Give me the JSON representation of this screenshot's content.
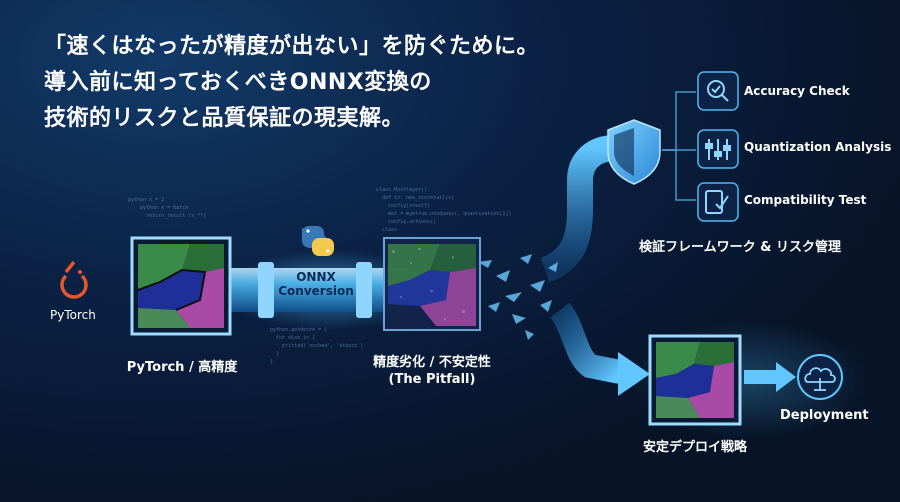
{
  "title": {
    "line1": "「速くはなったが精度が出ない」を防ぐために。",
    "line2": "導入前に知っておくべきONNX変換の",
    "line3": "技術的リスクと品質保証の現実解。"
  },
  "source": {
    "logo_text": "PyTorch",
    "caption": "PyTorch / 高精度"
  },
  "converter": {
    "label_line1": "ONNX",
    "label_line2": "Conversion"
  },
  "pitfall": {
    "caption_line1": "精度劣化 / 不安定性",
    "caption_line2": "(The Pitfall)"
  },
  "verification": {
    "caption": "検証フレームワーク & リスク管理",
    "checks": [
      {
        "label": "Accuracy Check",
        "icon": "magnifier-check-icon"
      },
      {
        "label": "Quantization Analysis",
        "icon": "sliders-icon"
      },
      {
        "label": "Compatibility Test",
        "icon": "device-check-icon"
      }
    ]
  },
  "deploy": {
    "caption": "安定デプロイ戦略",
    "label": "Deployment"
  },
  "code_snippets": {
    "left": "python x = 2\n    python x = batch\n      return_result (x **)",
    "right": "class Hostlayer():\n  def in: new_scoretail(x)\n    config(x=self)\n    mat = mymtrue.unsqueez(, quantization[1])\n    config.actions()\n  class",
    "lower": "python.getdeore = {\n  for dice in {\n    pritted('occbed', 'atbocs')\n  }\n}"
  },
  "colors": {
    "accent": "#35b6ff",
    "background": "#071327",
    "seg_green": "#3a8a4a",
    "seg_blue": "#1e2f9a",
    "seg_purple": "#a94aa6",
    "orange": "#e8562a"
  }
}
